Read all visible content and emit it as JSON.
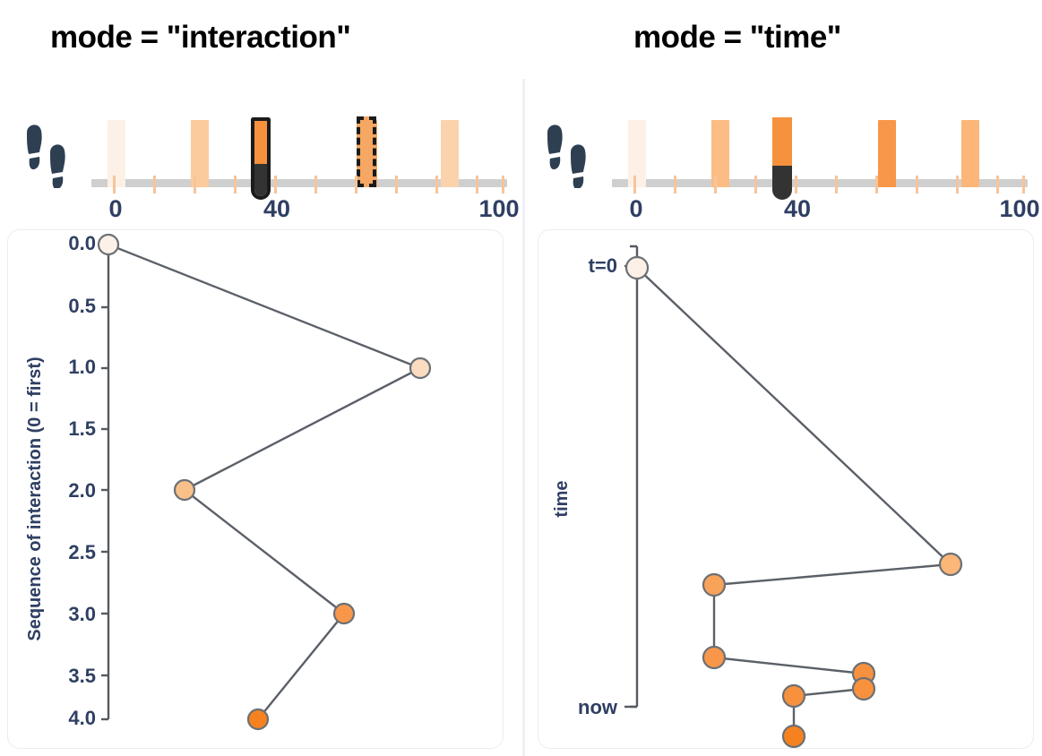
{
  "panels": [
    {
      "id": "interaction",
      "title": "mode = \"interaction\"",
      "footprint_icon": "footprints-icon",
      "slider": {
        "min_label": "0",
        "mid_label": "40",
        "max_label": "100",
        "min": 0,
        "max": 100,
        "current_value": 40,
        "ghost_value": 55,
        "tick_values": [
          0,
          10,
          20,
          30,
          40,
          50,
          60,
          70,
          80,
          90,
          100
        ],
        "history_bars": [
          {
            "value": 0,
            "color": "#fdf1e7",
            "label": "oldest-interaction"
          },
          {
            "value": 20,
            "color": "#fbcb9b",
            "label": "interaction-2"
          },
          {
            "value": 40,
            "color": "#f6913e",
            "label": "current-interaction"
          },
          {
            "value": 55,
            "color": "#f5a763",
            "label": "ghost-interaction"
          },
          {
            "value": 85,
            "color": "#fad3ad",
            "label": "interaction-5"
          }
        ]
      },
      "chart": {
        "ylabel": "Sequence of interaction (0 = first)",
        "ytick_labels": [
          "0.0",
          "0.5",
          "1.0",
          "1.5",
          "2.0",
          "2.5",
          "3.0",
          "3.5",
          "4.0"
        ]
      }
    },
    {
      "id": "time",
      "title": "mode = \"time\"",
      "footprint_icon": "footprints-icon",
      "slider": {
        "min_label": "0",
        "mid_label": "40",
        "max_label": "100",
        "min": 0,
        "max": 100,
        "current_value": 40,
        "tick_values": [
          0,
          10,
          20,
          30,
          40,
          50,
          60,
          70,
          80,
          90,
          100
        ],
        "history_bars": [
          {
            "value": 0,
            "color": "#fdf1e7",
            "label": "oldest-interaction"
          },
          {
            "value": 20,
            "color": "#fbbd83",
            "label": "interaction-2"
          },
          {
            "value": 40,
            "color": "#f8974a",
            "label": "current-interaction"
          },
          {
            "value": 55,
            "color": "#f8974a",
            "label": "interaction-4"
          },
          {
            "value": 85,
            "color": "#fbb678",
            "label": "interaction-5"
          }
        ]
      },
      "chart": {
        "ylabel": "time",
        "ytick_labels": [
          "t=0",
          "now"
        ]
      }
    }
  ],
  "chart_data": [
    {
      "type": "line",
      "id": "interaction-chart",
      "title": "",
      "xlabel": "",
      "ylabel": "Sequence of interaction (0 = first)",
      "ylim": [
        0,
        4
      ],
      "xlim": [
        0,
        100
      ],
      "y_inverted": true,
      "grid": false,
      "legend": "none",
      "ytick_values": [
        0.0,
        0.5,
        1.0,
        1.5,
        2.0,
        2.5,
        3.0,
        3.5,
        4.0
      ],
      "ytick_labels": [
        "0.0",
        "0.5",
        "1.0",
        "1.5",
        "2.0",
        "2.5",
        "3.0",
        "3.5",
        "4.0"
      ],
      "series": [
        {
          "name": "interaction-sequence",
          "x": [
            0,
            85,
            20,
            55,
            40
          ],
          "y": [
            0,
            1,
            2,
            3,
            4
          ],
          "point_colors": [
            "#fdf1e7",
            "#fbdcc0",
            "#fac08a",
            "#f8974a",
            "#f5821f"
          ]
        }
      ]
    },
    {
      "type": "line",
      "id": "time-chart",
      "title": "",
      "xlabel": "",
      "ylabel": "time",
      "ylim": [
        0,
        1
      ],
      "xlim": [
        0,
        100
      ],
      "y_inverted": true,
      "grid": false,
      "legend": "none",
      "ytick_values": [
        0.0,
        1.0
      ],
      "ytick_labels": [
        "t=0",
        "now"
      ],
      "series": [
        {
          "name": "time-sequence",
          "x": [
            0,
            85,
            20,
            20,
            55,
            55,
            40,
            40
          ],
          "y": [
            0.02,
            0.645,
            0.685,
            0.825,
            0.855,
            0.885,
            0.895,
            0.975
          ],
          "point_colors": [
            "#fdf1e7",
            "#fbb678",
            "#f9a25a",
            "#f8974a",
            "#f8913e",
            "#f8913e",
            "#f8913e",
            "#f5821f"
          ]
        }
      ]
    }
  ]
}
